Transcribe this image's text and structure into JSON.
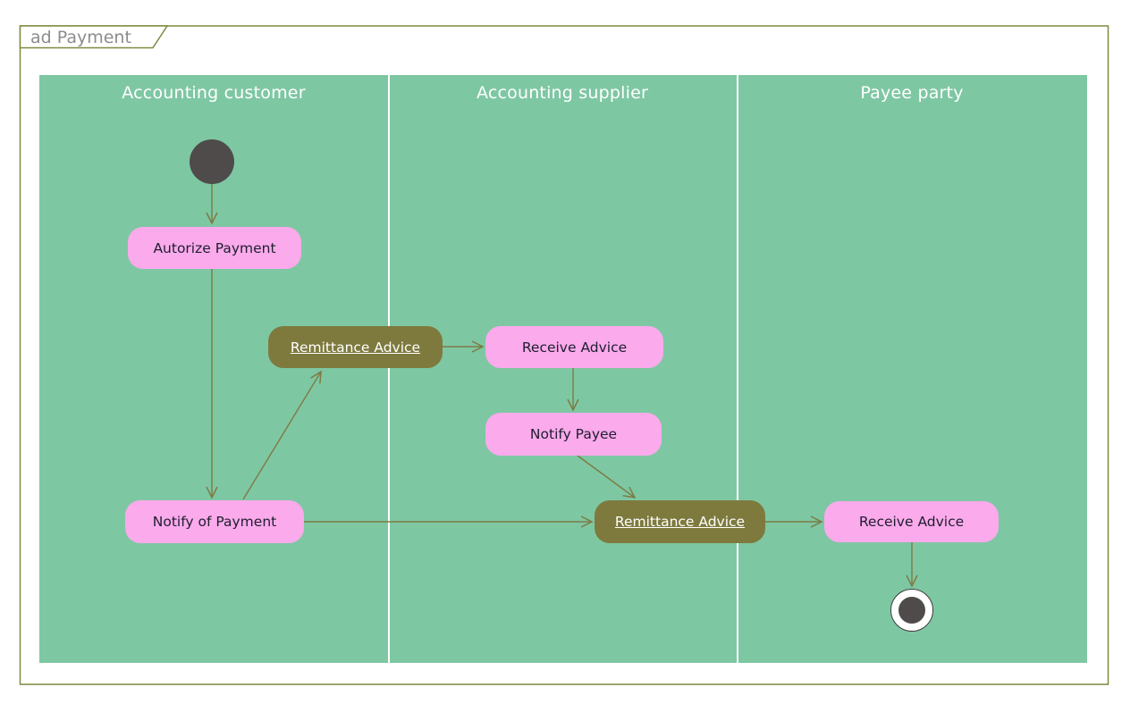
{
  "frame": {
    "title": "ad Payment"
  },
  "lanes": [
    {
      "label": "Accounting customer"
    },
    {
      "label": "Accounting supplier"
    },
    {
      "label": "Payee party"
    }
  ],
  "nodes": {
    "initial": {
      "type": "initial-node"
    },
    "autorize_payment": {
      "label": "Autorize Payment",
      "lane": "Accounting customer"
    },
    "remittance_advice_customer": {
      "label": "Remittance Advice",
      "lane": "Accounting customer"
    },
    "receive_advice_supplier": {
      "label": "Receive Advice",
      "lane": "Accounting supplier"
    },
    "notify_payee": {
      "label": "Notify Payee",
      "lane": "Accounting supplier"
    },
    "notify_of_payment": {
      "label": "Notify of Payment",
      "lane": "Accounting customer"
    },
    "remittance_advice_supplier": {
      "label": "Remittance Advice",
      "lane": "Accounting supplier"
    },
    "receive_advice_payee": {
      "label": "Receive Advice",
      "lane": "Payee party"
    },
    "final": {
      "type": "final-node"
    }
  },
  "edges": [
    {
      "from": "initial-node",
      "to": "Autorize Payment"
    },
    {
      "from": "Autorize Payment",
      "to": "Notify of Payment"
    },
    {
      "from": "Notify of Payment",
      "to": "Remittance Advice (customer)"
    },
    {
      "from": "Remittance Advice (customer)",
      "to": "Receive Advice (supplier)"
    },
    {
      "from": "Receive Advice (supplier)",
      "to": "Notify Payee"
    },
    {
      "from": "Notify Payee",
      "to": "Remittance Advice (supplier)"
    },
    {
      "from": "Notify of Payment",
      "to": "Remittance Advice (supplier)"
    },
    {
      "from": "Remittance Advice (supplier)",
      "to": "Receive Advice (payee)"
    },
    {
      "from": "Receive Advice (payee)",
      "to": "final-node"
    }
  ],
  "colors": {
    "pool_background": "#7ec7a3",
    "activity_fill": "#fbaaec",
    "object_node_fill": "#7e7a3e",
    "object_node_text": "#ffffff",
    "node_text": "#1e1e2e",
    "edge_stroke": "#7d7b44",
    "frame_border": "#7d8b41",
    "frame_title_text": "#8c8c8c",
    "initial_final_fill": "#4f4b4b",
    "lane_header_text": "#ffffff",
    "lane_divider": "#fefefe"
  }
}
